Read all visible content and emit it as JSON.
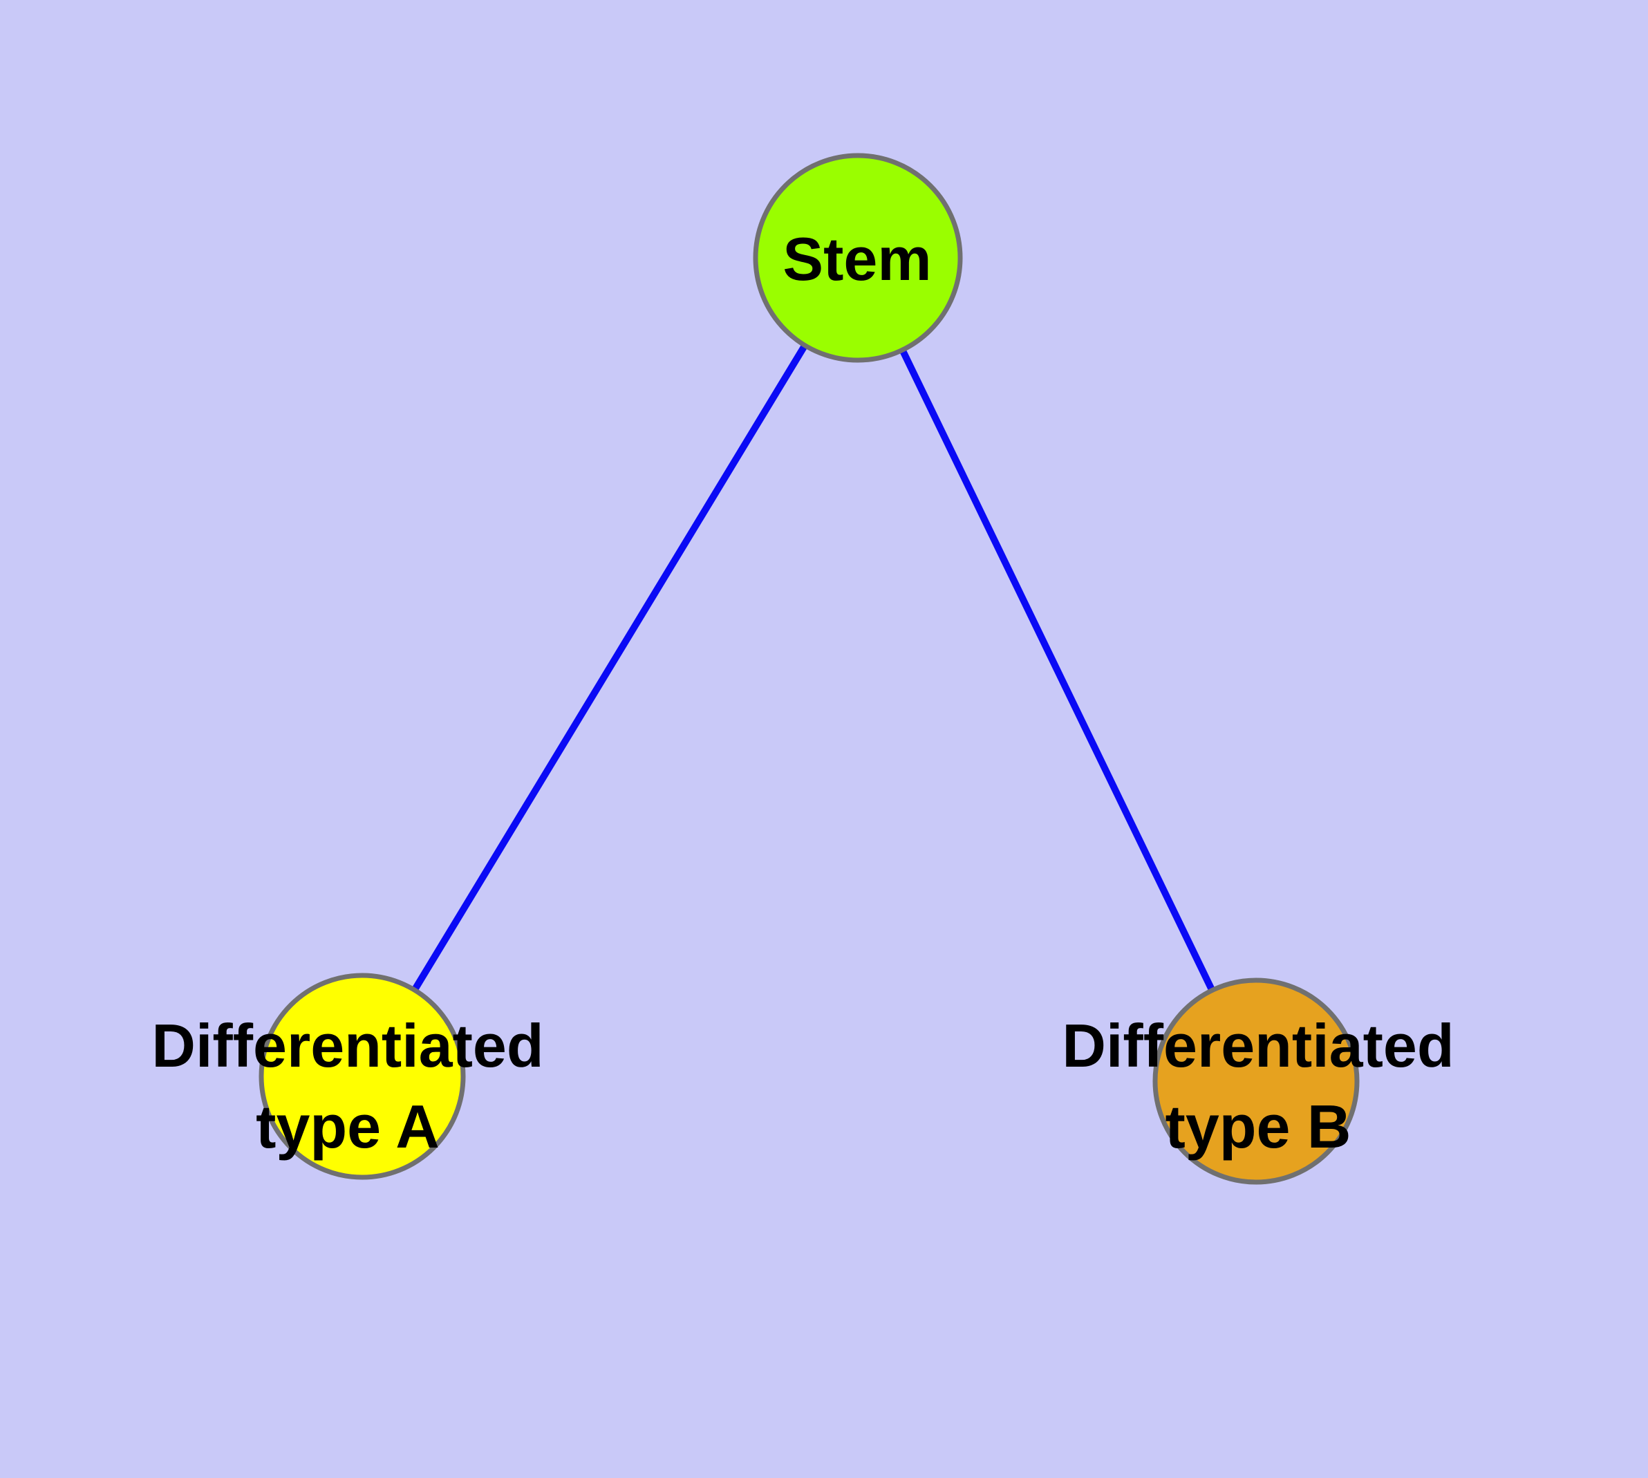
{
  "diagram": {
    "kind": "node-link-graph",
    "background_color": "#C9C9F8",
    "edge_color": "#0A0AF5",
    "node_border_color": "#707070",
    "label_color": "#000000",
    "nodes": [
      {
        "id": "stem",
        "label": "Stem",
        "fill": "#9AFE00"
      },
      {
        "id": "differentiated-type-a",
        "label_line1": "Differentiated",
        "label_line2": "type A",
        "fill": "#FFFF00"
      },
      {
        "id": "differentiated-type-b",
        "label_line1": "Differentiated",
        "label_line2": "type B",
        "fill": "#E6A21F"
      }
    ],
    "edges": [
      {
        "from": "stem",
        "to": "differentiated-type-a"
      },
      {
        "from": "stem",
        "to": "differentiated-type-b"
      }
    ]
  }
}
